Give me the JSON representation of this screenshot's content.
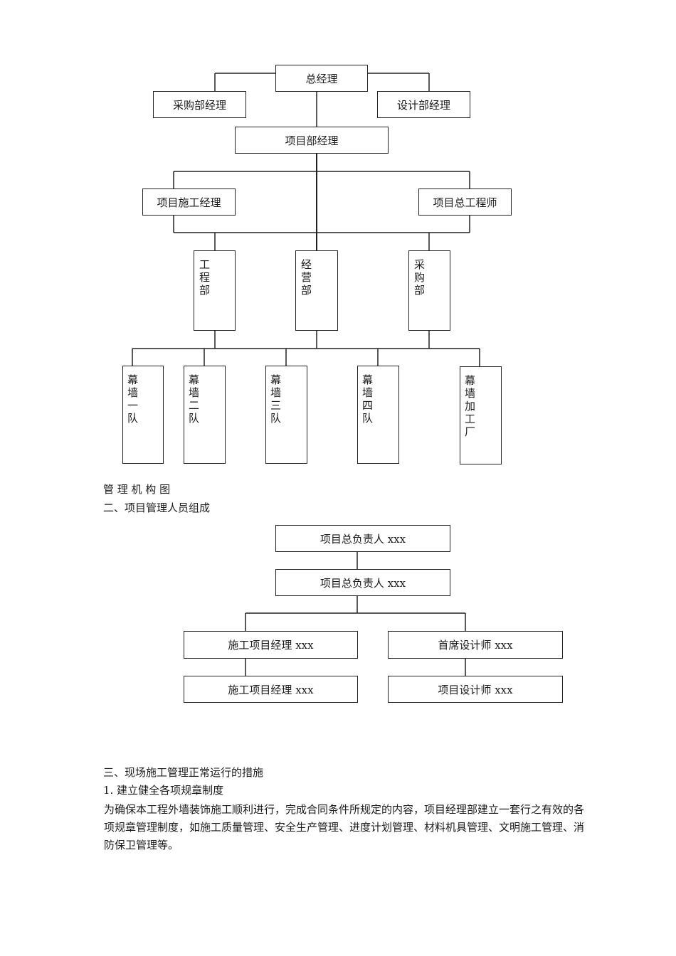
{
  "org_chart": {
    "general_manager": "总经理",
    "procurement_manager": "采购部经理",
    "design_manager": "设计部经理",
    "project_dept_manager": "项目部经理",
    "construction_manager": "项目施工经理",
    "chief_engineer": "项目总工程师",
    "departments": [
      "工程部",
      "经营部",
      "采购部"
    ],
    "teams": [
      "幕墙一队",
      "幕墙二队",
      "幕墙三队",
      "幕墙四队",
      "幕墙加工厂"
    ],
    "caption": "管 理 机 构 图"
  },
  "section2": {
    "heading": "二、项目管理人员组成",
    "staff": {
      "top1": "项目总负责人 xxx",
      "top2": "项目总负责人 xxx",
      "left1": "施工项目经理 xxx",
      "left2": "施工项目经理 xxx",
      "right1": "首席设计师 xxx",
      "right2": "项目设计师 xxx"
    }
  },
  "section3": {
    "heading": "三、现场施工管理正常运行的措施",
    "subheading": "1. 建立健全各项规章制度",
    "paragraph": "为确保本工程外墙装饰施工顺利进行，完成合同条件所规定的内容，项目经理部建立一套行之有效的各项规章管理制度，如施工质量管理、安全生产管理、进度计划管理、材料机具管理、文明施工管理、消防保卫管理等。"
  }
}
